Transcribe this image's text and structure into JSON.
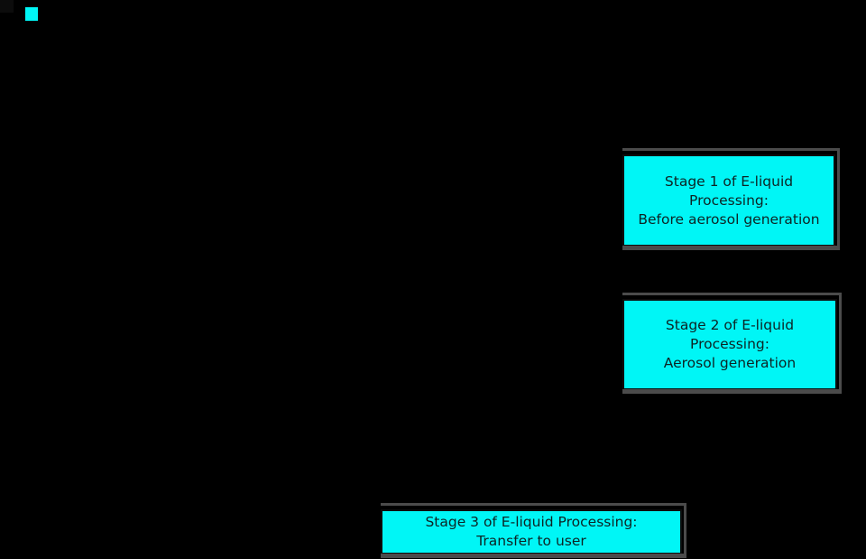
{
  "colors": {
    "background": "#000000",
    "node_fill": "#00f6f6",
    "node_border": "#0d0d0d",
    "node_text": "#0d2424",
    "node_outline_shadow": "#4b4b4b"
  },
  "diagram": {
    "nodes": [
      {
        "lines": [
          "Stage 1 of E-liquid",
          "Processing:",
          "Before aerosol generation"
        ]
      },
      {
        "lines": [
          "Stage 2 of E-liquid",
          "Processing:",
          "Aerosol generation"
        ]
      },
      {
        "lines": [
          "Stage 3 of E-liquid Processing:",
          "Transfer to user"
        ]
      }
    ]
  }
}
